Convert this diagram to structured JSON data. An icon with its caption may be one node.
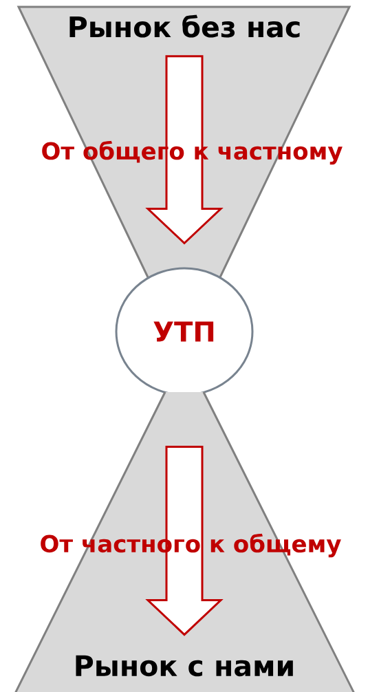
{
  "diagram": {
    "nodes": [
      {
        "text": [
          "Рынок без нас"
        ]
      },
      {
        "text": [
          "УТП"
        ]
      },
      {
        "text": [
          "Рынок с нами"
        ]
      }
    ],
    "edges": [
      {
        "from": 0,
        "to": 1,
        "arrow": "to",
        "label": "От общего к частному"
      },
      {
        "from": 1,
        "to": 2,
        "arrow": "to",
        "label": "От частного к общему"
      }
    ]
  }
}
